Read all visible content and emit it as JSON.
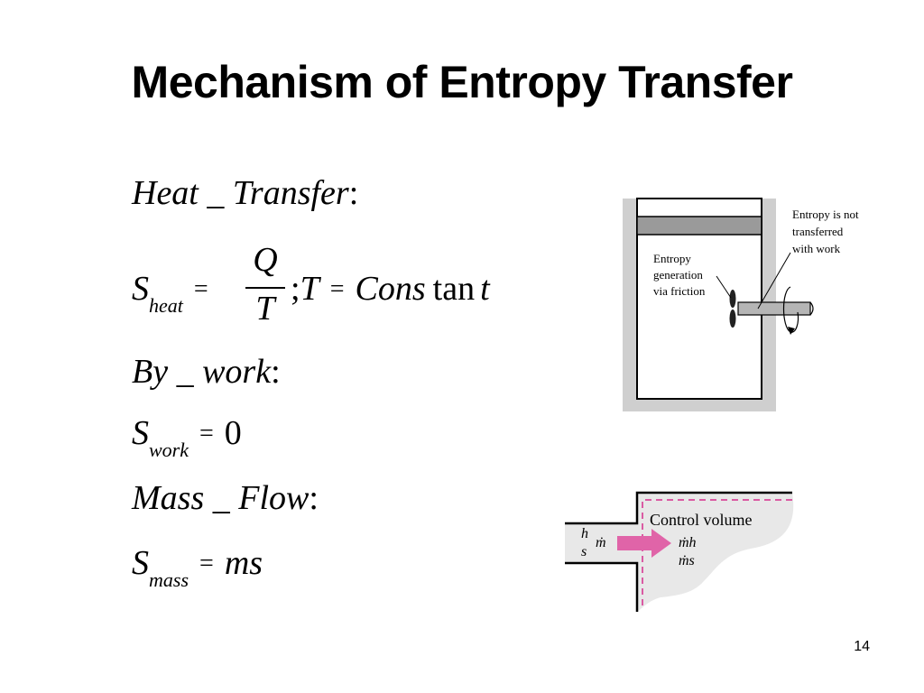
{
  "slide": {
    "title": "Mechanism of Entropy Transfer",
    "page_number": "14"
  },
  "equations": {
    "heat_label": "Heat _ Transfer",
    "colon": ":",
    "s_symbol": "S",
    "heat_sub": "heat",
    "eq": "=",
    "q": "Q",
    "t_den": "T",
    "semicolon": ";",
    "t": "T",
    "cons": "Cons",
    "tan": "tan",
    "t_end": "t",
    "work_label": "By _ work",
    "work_sub": "work",
    "zero": "0",
    "mass_label": "Mass _ Flow",
    "mass_sub": "mass",
    "ms": "ms"
  },
  "figure_work": {
    "note_not_transferred": [
      "Entropy is not",
      "transferred",
      "with work"
    ],
    "note_generation": [
      "Entropy",
      "generation",
      "via friction"
    ]
  },
  "figure_mass": {
    "control_volume": "Control volume",
    "h": "h",
    "s": "s",
    "m_dot": "ṁ",
    "mh": "ṁh",
    "ms": "ṁs"
  }
}
